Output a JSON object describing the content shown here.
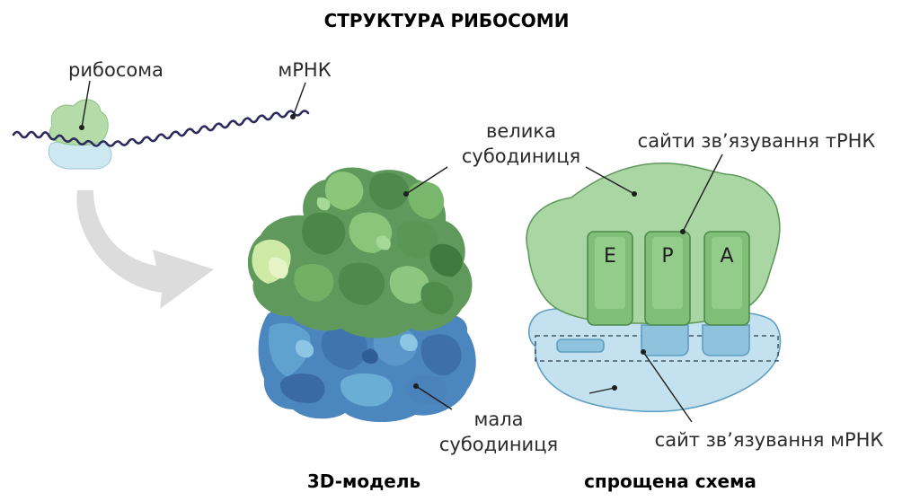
{
  "title": "СТРУКТУРА РИБОСОМИ",
  "labels": {
    "ribosome": "рибосома",
    "mrna": "мРНК",
    "large_line1": "велика",
    "large_line2": "субодиниця",
    "small_line1": "мала",
    "small_line2": "субодиниця",
    "trna_sites": "сайти зв’язування тРНК",
    "mrna_site": "сайт зв’язування мРНК"
  },
  "sites": [
    "E",
    "P",
    "A"
  ],
  "captions": {
    "model_3d": "3D-модель",
    "schematic": "спрощена схема"
  },
  "colors": {
    "large_subunit": "#a9d6a3",
    "large_subunit_dark": "#5f9a5c",
    "small_subunit": "#bfe0ee",
    "small_subunit_dark": "#5f9fc2",
    "mrna_strand": "#2b2a5c",
    "arrow": "#d9d9d9"
  }
}
